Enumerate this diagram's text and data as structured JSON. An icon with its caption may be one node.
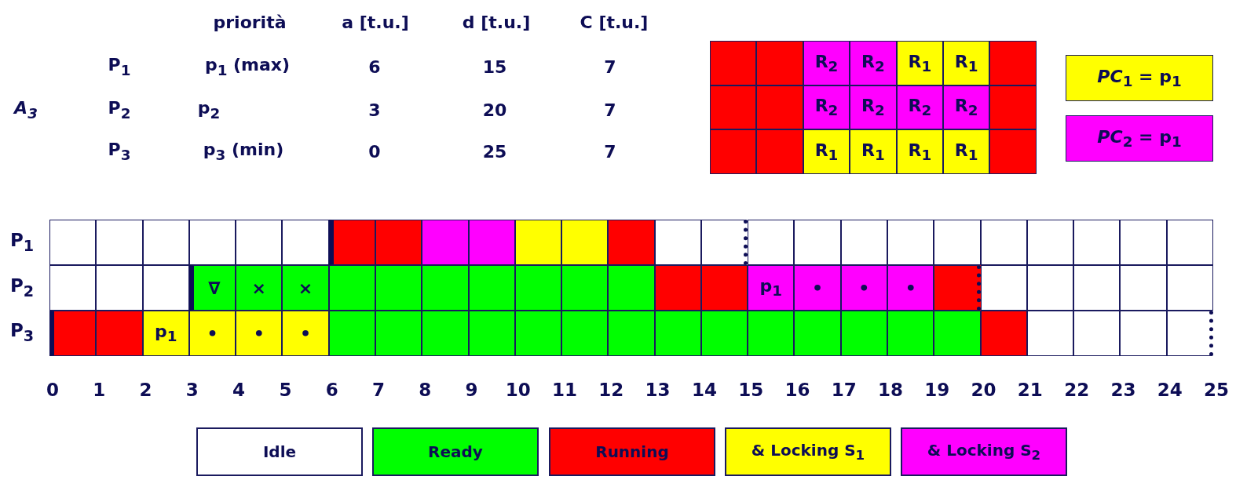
{
  "diagram": {
    "nodes": [
      {
        "text": [],
        "shape": "box"
      },
      {
        "text": [],
        "shape": "box"
      },
      {
        "text": [
          "R$_{2}$"
        ]
      },
      {
        "text": [
          "R$_{2}$"
        ]
      },
      {
        "text": [
          "R$_{1}$"
        ]
      },
      {
        "text": [
          "R$_{1}$"
        ]
      },
      {
        "text": [],
        "shape": "box"
      },
      {
        "text": [],
        "shape": "box"
      },
      {
        "text": [],
        "shape": "box"
      },
      {
        "text": [
          "R$_{2}$"
        ]
      },
      {
        "text": [
          "R$_{2}$"
        ]
      },
      {
        "text": [
          "R$_{2}$"
        ]
      },
      {
        "text": [
          "R$_{2}$"
        ]
      },
      {
        "text": [],
        "shape": "box"
      },
      {
        "text": [],
        "shape": "box"
      },
      {
        "text": [],
        "shape": "box"
      },
      {
        "text": [
          "R$_{1}$"
        ]
      },
      {
        "text": [
          "R$_{1}$"
        ]
      },
      {
        "text": [
          "R$_{1}$"
        ]
      },
      {
        "text": [
          "R$_{1}$"
        ]
      },
      {
        "text": [],
        "shape": "box"
      },
      {
        "text": [
          "*PC*$_{1}$ = p$_{1}$"
        ]
      },
      {
        "text": [
          "*PC*$_{2}$ = p$_{1}$"
        ]
      },
      {
        "text": [],
        "shape": "box"
      },
      {
        "text": [],
        "shape": "box"
      },
      {
        "text": [],
        "shape": "box"
      },
      {
        "text": [],
        "shape": "box"
      },
      {
        "text": [],
        "shape": "box"
      },
      {
        "text": [],
        "shape": "box"
      },
      {
        "text": [],
        "shape": "box"
      },
      {
        "text": [],
        "shape": "box"
      },
      {
        "text": [],
        "shape": "box"
      },
      {
        "text": [],
        "shape": "box"
      },
      {
        "text": [],
        "shape": "box"
      },
      {
        "text": [],
        "shape": "box"
      },
      {
        "text": [],
        "shape": "box"
      },
      {
        "text": [],
        "shape": "box"
      },
      {
        "text": [],
        "shape": "box"
      },
      {
        "text": [],
        "shape": "box"
      },
      {
        "text": [],
        "shape": "box"
      },
      {
        "text": [],
        "shape": "box"
      },
      {
        "text": [],
        "shape": "box"
      },
      {
        "text": [],
        "shape": "box"
      },
      {
        "text": [],
        "shape": "box"
      },
      {
        "text": [],
        "shape": "box"
      },
      {
        "text": [],
        "shape": "box"
      },
      {
        "text": [],
        "shape": "box"
      },
      {
        "text": [],
        "shape": "box"
      },
      {
        "text": [],
        "shape": "box"
      },
      {
        "text": [],
        "shape": "box"
      },
      {
        "text": [],
        "shape": "box"
      },
      {
        "text": [
          "∇"
        ]
      },
      {
        "text": [
          "×"
        ]
      },
      {
        "text": [
          "×"
        ]
      },
      {
        "text": [],
        "shape": "box"
      },
      {
        "text": [],
        "shape": "box"
      },
      {
        "text": [],
        "shape": "box"
      },
      {
        "text": [],
        "shape": "box"
      },
      {
        "text": [],
        "shape": "box"
      },
      {
        "text": [],
        "shape": "box"
      },
      {
        "text": [],
        "shape": "box"
      },
      {
        "text": [],
        "shape": "box"
      },
      {
        "text": [],
        "shape": "box"
      },
      {
        "text": [
          "p$_{1}$"
        ]
      },
      {
        "text": [
          "•"
        ]
      },
      {
        "text": [
          "•"
        ]
      },
      {
        "text": [
          "•"
        ]
      },
      {
        "text": [],
        "shape": "box"
      },
      {
        "text": [],
        "shape": "box"
      },
      {
        "text": [],
        "shape": "box"
      },
      {
        "text": [],
        "shape": "box"
      },
      {
        "text": [],
        "shape": "box"
      },
      {
        "text": [],
        "shape": "box"
      },
      {
        "text": [],
        "shape": "box"
      },
      {
        "text": [],
        "shape": "box"
      },
      {
        "text": [
          "p$_{1}$"
        ]
      },
      {
        "text": [
          "•"
        ]
      },
      {
        "text": [
          "•"
        ]
      },
      {
        "text": [
          "•"
        ]
      },
      {
        "text": [],
        "shape": "box"
      },
      {
        "text": [],
        "shape": "box"
      },
      {
        "text": [],
        "shape": "box"
      },
      {
        "text": [],
        "shape": "box"
      },
      {
        "text": [],
        "shape": "box"
      },
      {
        "text": [],
        "shape": "box"
      },
      {
        "text": [],
        "shape": "box"
      },
      {
        "text": [],
        "shape": "box"
      },
      {
        "text": [],
        "shape": "box"
      },
      {
        "text": [],
        "shape": "box"
      },
      {
        "text": [],
        "shape": "box"
      },
      {
        "text": [],
        "shape": "box"
      },
      {
        "text": [],
        "shape": "box"
      },
      {
        "text": [],
        "shape": "box"
      },
      {
        "text": [],
        "shape": "box"
      },
      {
        "text": [],
        "shape": "box"
      },
      {
        "text": [],
        "shape": "box"
      },
      {
        "text": [],
        "shape": "box"
      },
      {
        "text": [],
        "shape": "box"
      }
    ],
    "labels": [
      "priorità",
      "a [t.u.]",
      "d [t.u.]",
      "C [t.u.]",
      "P$_{1}$",
      "p$_{1}$ (max)",
      "6",
      "15",
      "7",
      "A$_{3}$",
      "P$_{2}$",
      "p$_{2}$",
      "3",
      "20",
      "7",
      "P$_{3}$",
      "p$_{3}$ (min)",
      "0",
      "25",
      "7",
      "P$_{1}$",
      "P$_{2}$",
      "P$_{3}$",
      "0",
      "1",
      "2",
      "3",
      "4",
      "5",
      "6",
      "7",
      "8",
      "9",
      "10",
      "11",
      "12",
      "13",
      "14",
      "15",
      "16",
      "17",
      "18",
      "19",
      "20",
      "21",
      "22",
      "23",
      "24",
      "25"
    ],
    "legend": [
      {
        "text": "Idle",
        "color": "#ffffff"
      },
      {
        "text": "Ready",
        "color": "#00ff00"
      },
      {
        "text": "Running",
        "color": "#ff0000"
      },
      {
        "text": "& Locking S$_{1}$",
        "color": "#ffff00"
      },
      {
        "text": "& Locking S$_{2}$",
        "color": "#ff00ff"
      }
    ]
  }
}
